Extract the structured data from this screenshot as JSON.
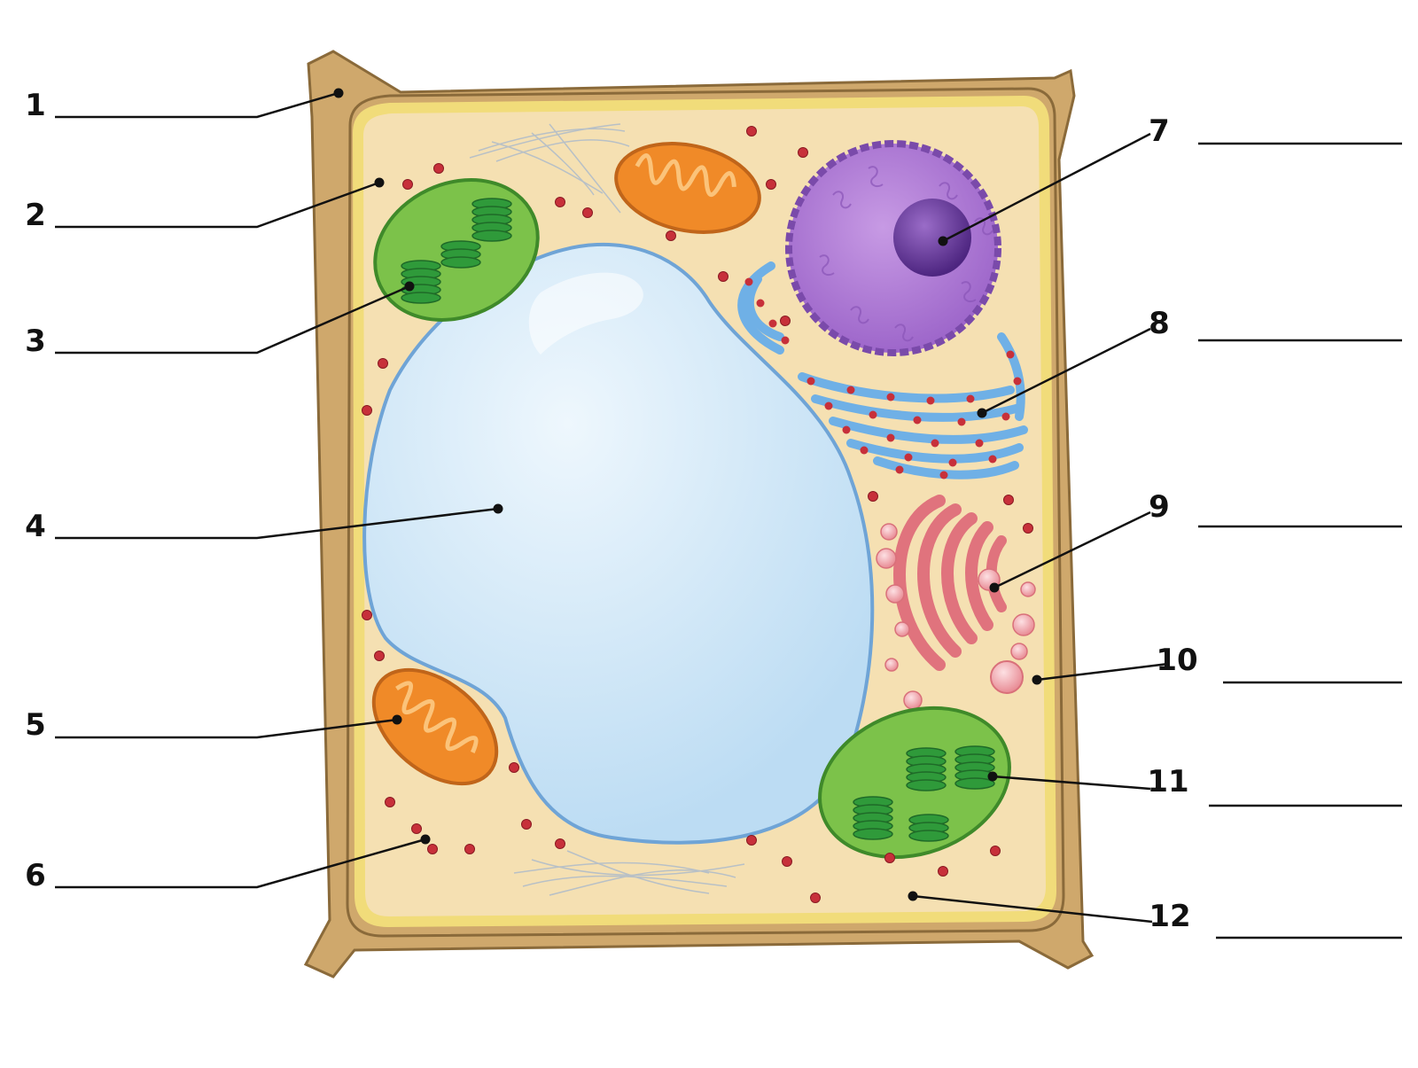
{
  "colors": {
    "wall": "#cfa86c",
    "wall_edge": "#8a6a3a",
    "membrane": "#f1dc7a",
    "cytoplasm": "#f5e0b2",
    "vacuole": "#cfe6f7",
    "vacuole_edge": "#6fa4d6",
    "nucleus": "#b27dd6",
    "nucleolus": "#6f3fa3",
    "er": "#6fb0e6",
    "ribosome": "#c7303a",
    "golgi": "#e0737d",
    "vesicle": "#f2a6ad",
    "mitochondrion": "#f08a28",
    "chloroplast": "#7cc24a",
    "thylakoid": "#2f9a3a",
    "leader_line": "#111111"
  },
  "labels": [
    {
      "id": "1",
      "text": "1"
    },
    {
      "id": "2",
      "text": "2"
    },
    {
      "id": "3",
      "text": "3"
    },
    {
      "id": "4",
      "text": "4"
    },
    {
      "id": "5",
      "text": "5"
    },
    {
      "id": "6",
      "text": "6"
    },
    {
      "id": "7",
      "text": "7"
    },
    {
      "id": "8",
      "text": "8"
    },
    {
      "id": "9",
      "text": "9"
    },
    {
      "id": "10",
      "text": "10"
    },
    {
      "id": "11",
      "text": "11"
    },
    {
      "id": "12",
      "text": "12"
    }
  ]
}
